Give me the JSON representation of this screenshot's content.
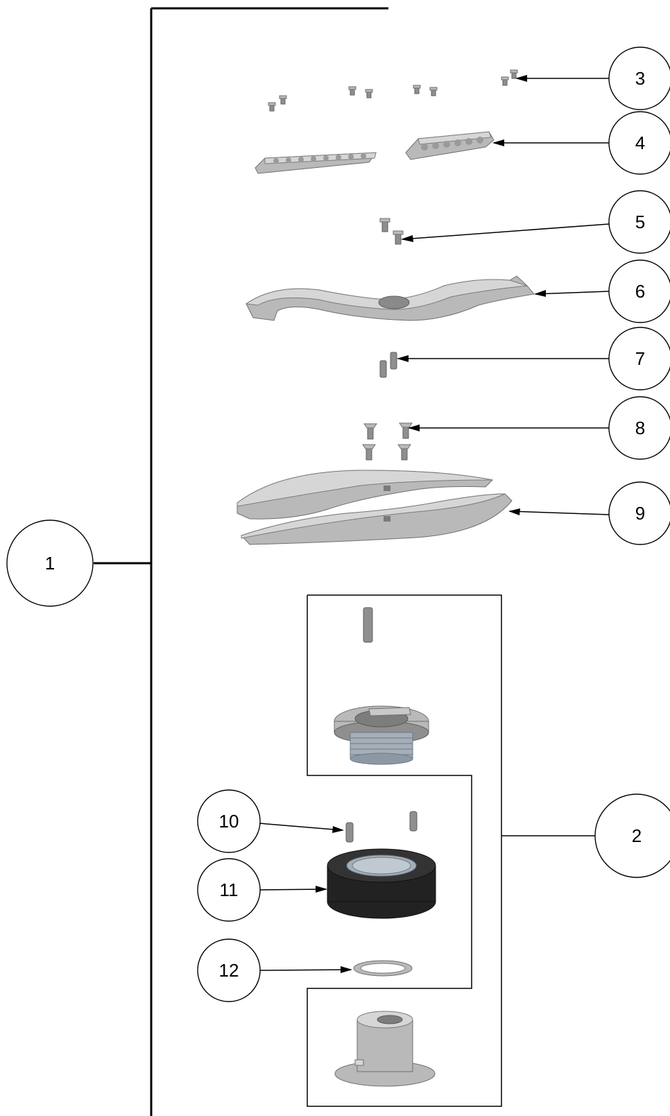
{
  "callouts": {
    "c1": "1",
    "c2": "2",
    "c3": "3",
    "c4": "4",
    "c5": "5",
    "c6": "6",
    "c7": "7",
    "c8": "8",
    "c9": "9",
    "c10": "10",
    "c11": "11",
    "c12": "12"
  },
  "colors": {
    "line": "#000000",
    "steel": "#b9b9b9",
    "black_part": "#222222"
  }
}
